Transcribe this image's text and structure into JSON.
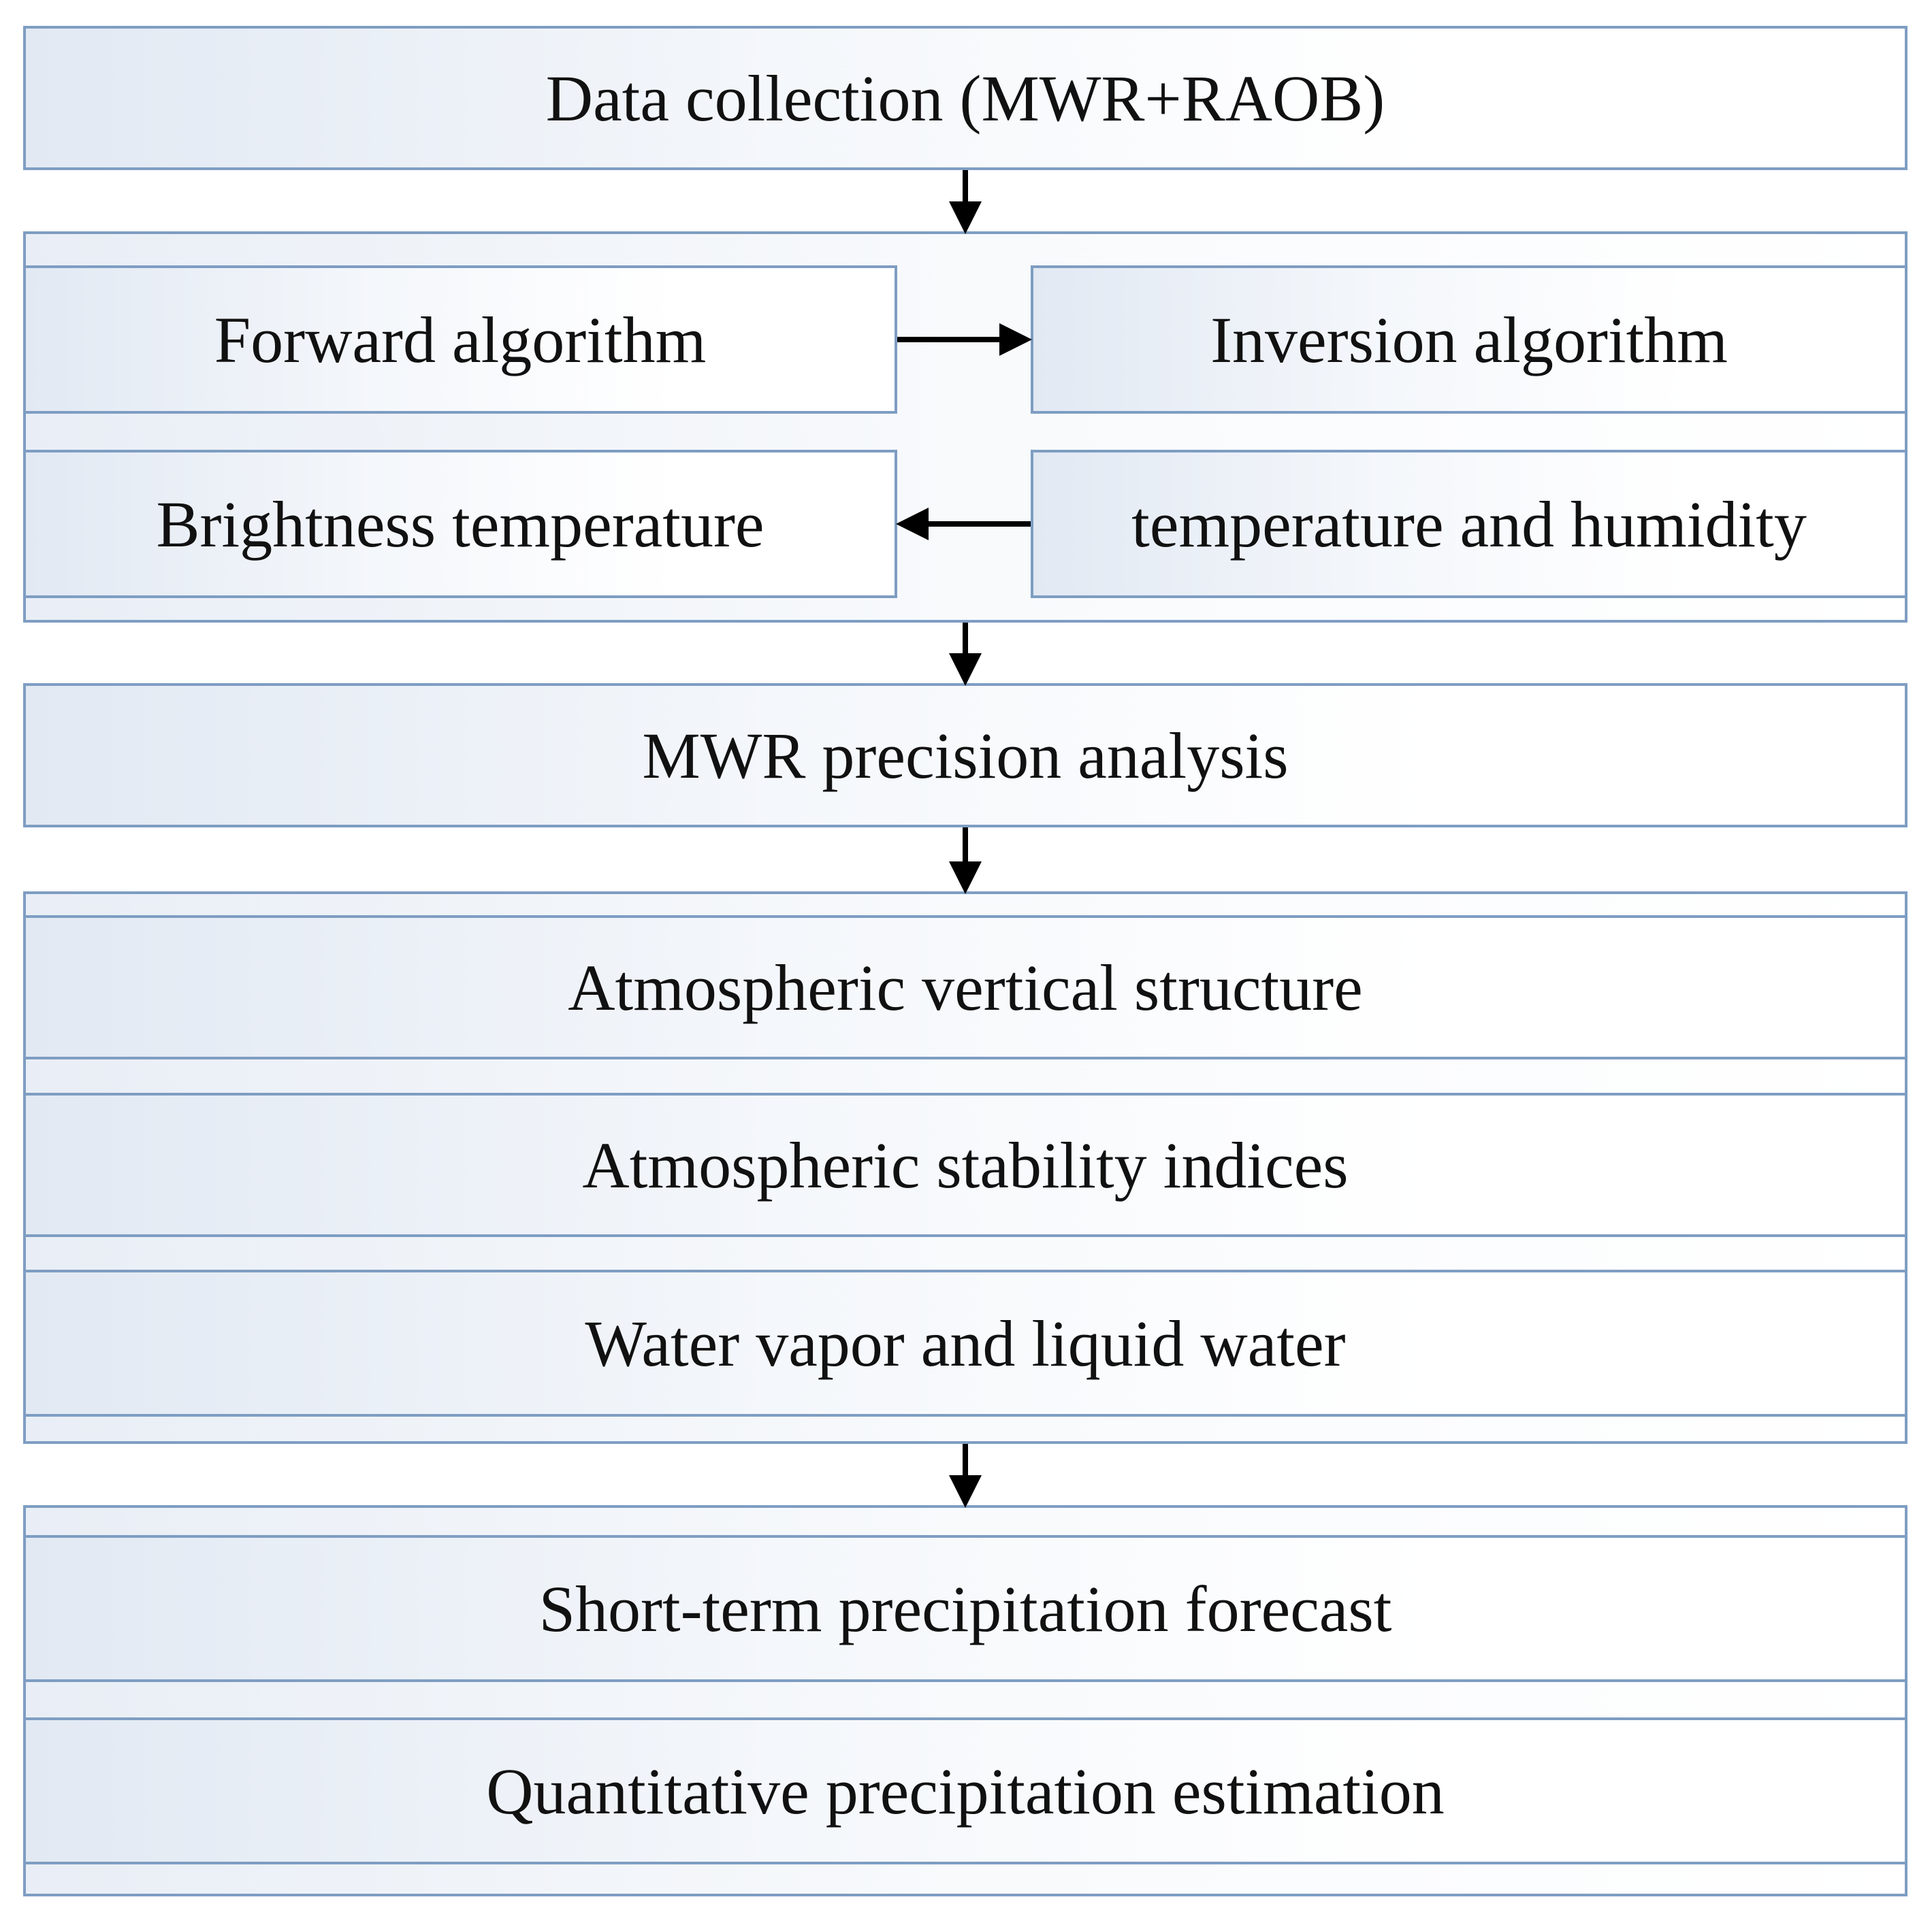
{
  "diagram": {
    "step1": "Data collection (MWR+RAOB)",
    "step2": {
      "forward": "Forward algorithm",
      "inversion": "Inversion algorithm",
      "brightness": "Brightness temperature",
      "temp_humidity": "temperature and humidity"
    },
    "step3": "MWR precision analysis",
    "step4": [
      "Atmospheric vertical structure",
      "Atmospheric stability indices",
      "Water vapor and liquid water"
    ],
    "step5": [
      "Short-term precipitation forecast",
      "Quantitative precipitation estimation"
    ]
  },
  "colors": {
    "border": "#7e9dc2",
    "fill_light": "#e2e9f3",
    "text": "#111111",
    "arrow": "#000000"
  }
}
